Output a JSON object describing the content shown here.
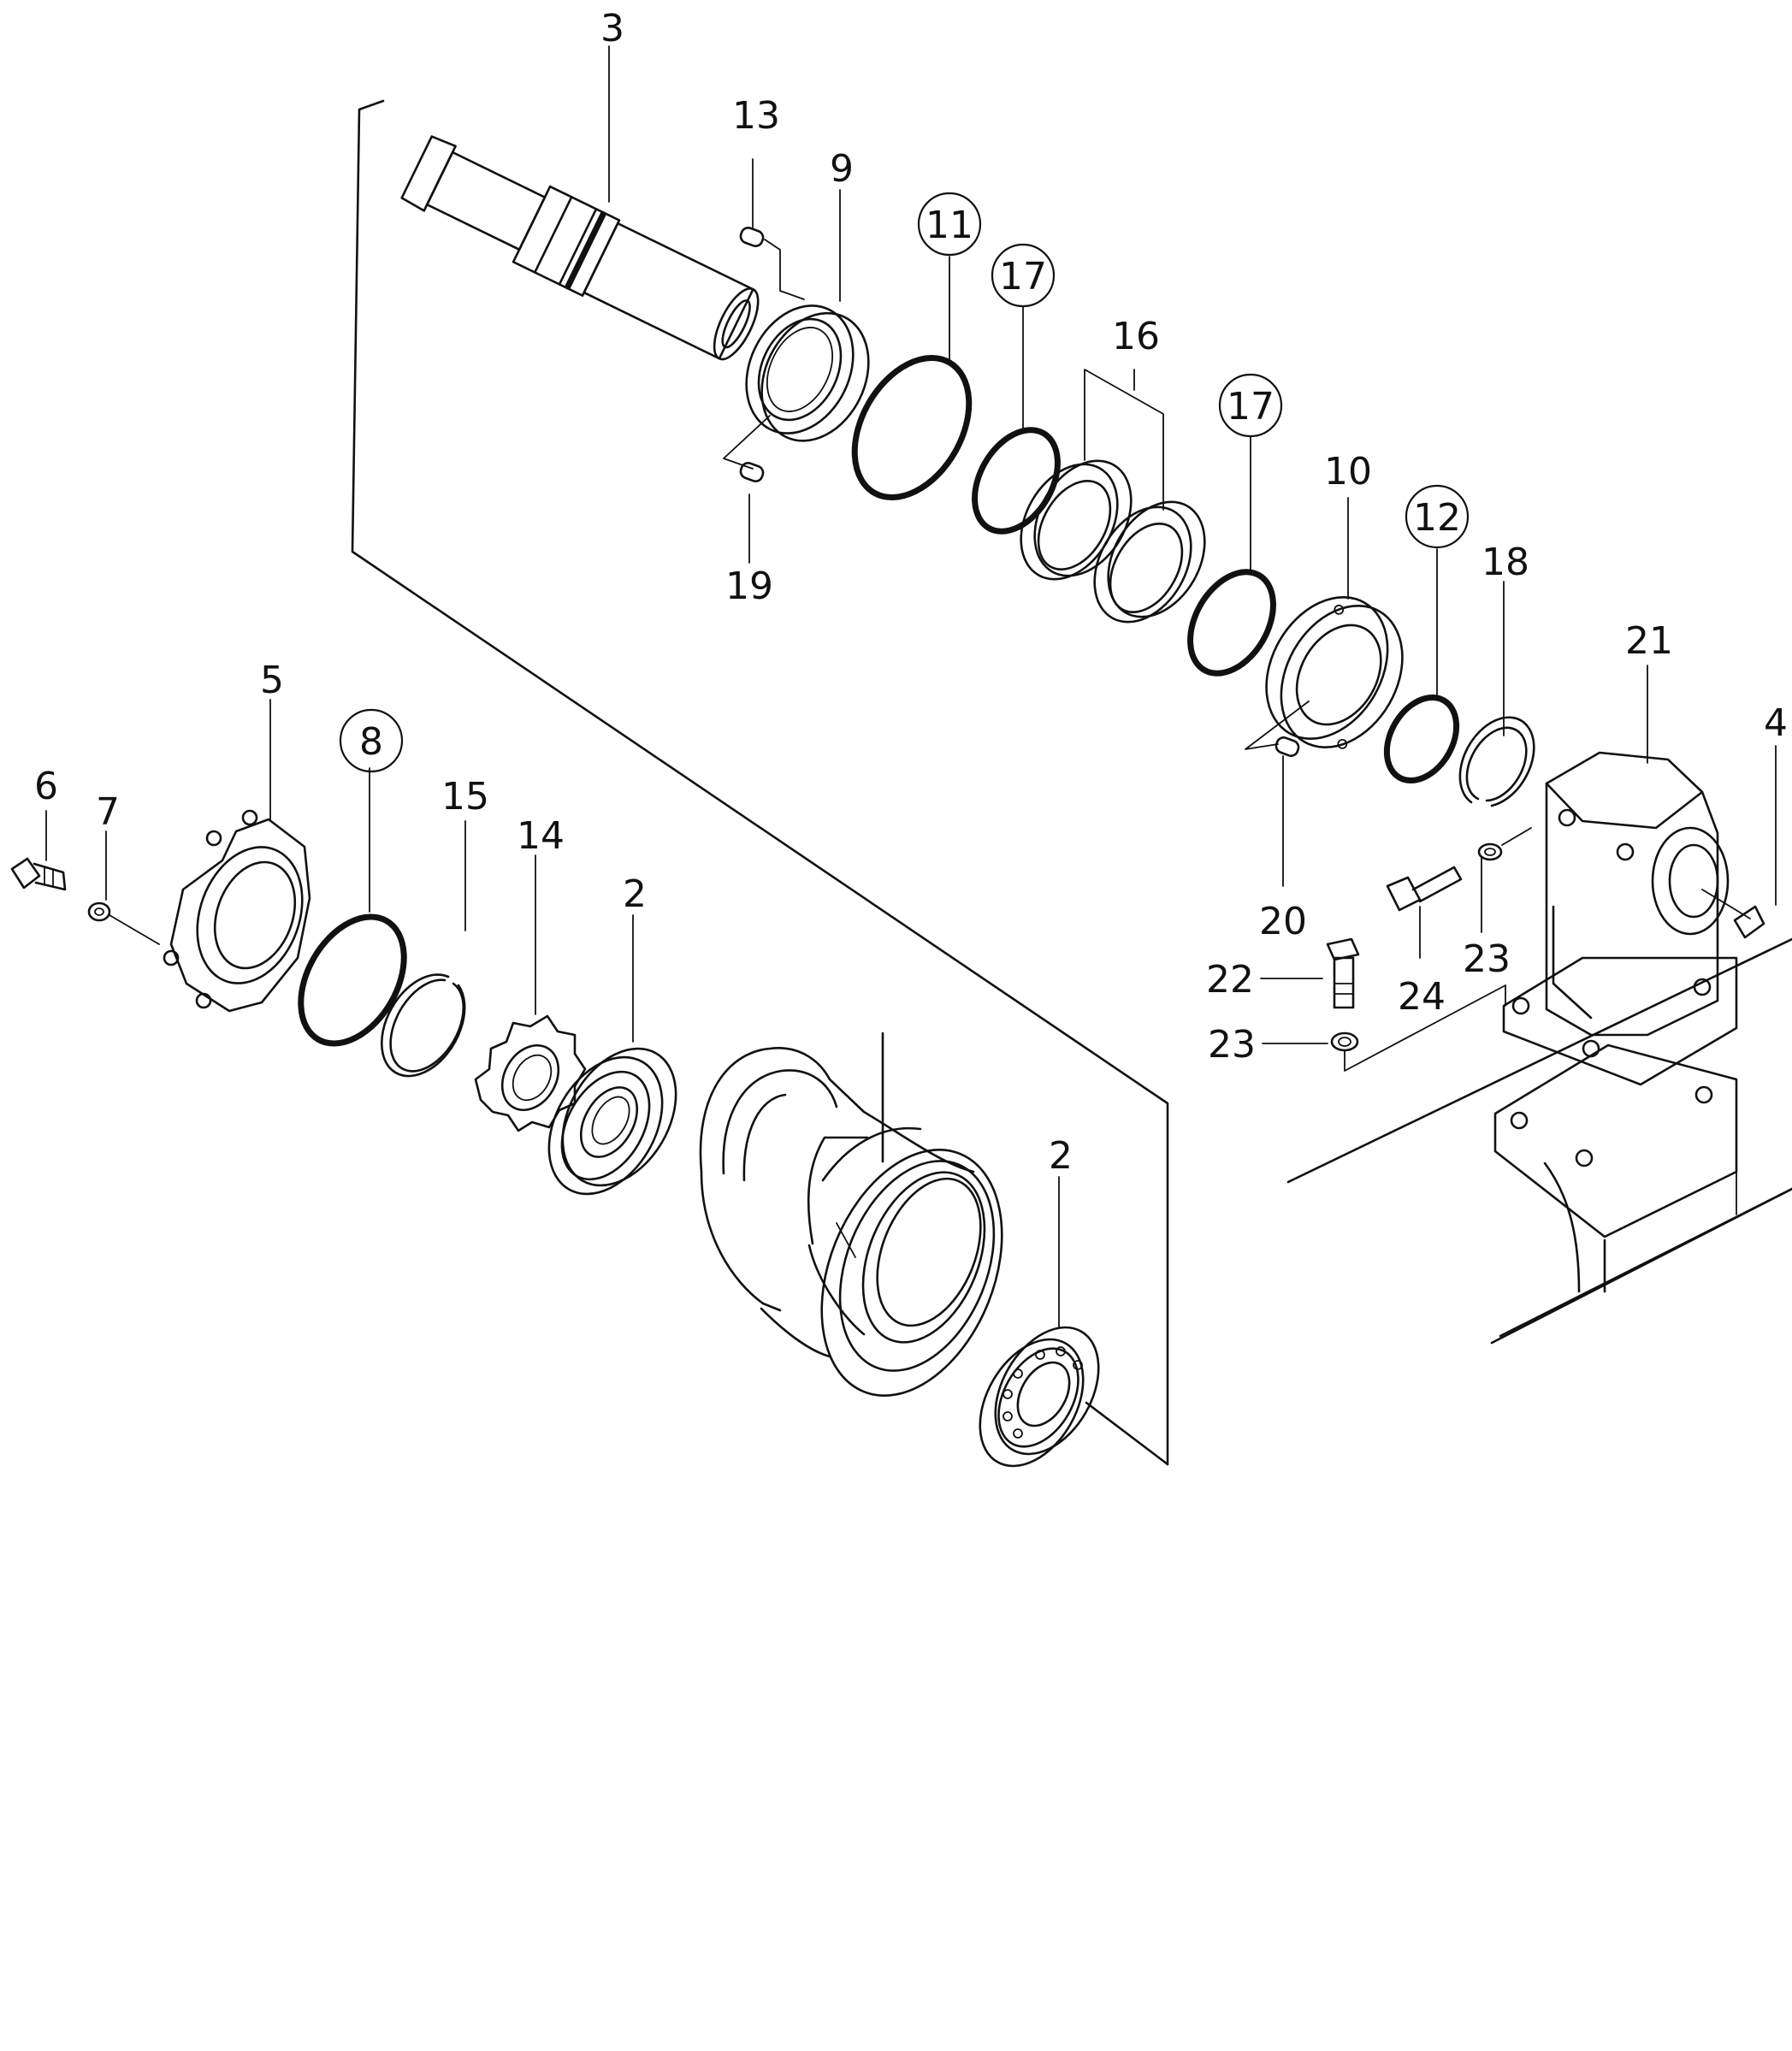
{
  "diagram": {
    "callouts": [
      {
        "id": "part-3",
        "text": "3",
        "circled": false
      },
      {
        "id": "part-13",
        "text": "13",
        "circled": false
      },
      {
        "id": "part-9",
        "text": "9",
        "circled": false
      },
      {
        "id": "part-11",
        "text": "11",
        "circled": true
      },
      {
        "id": "part-17-a",
        "text": "17",
        "circled": true
      },
      {
        "id": "part-16",
        "text": "16",
        "circled": false
      },
      {
        "id": "part-17-b",
        "text": "17",
        "circled": true
      },
      {
        "id": "part-10",
        "text": "10",
        "circled": false
      },
      {
        "id": "part-12",
        "text": "12",
        "circled": true
      },
      {
        "id": "part-18",
        "text": "18",
        "circled": false
      },
      {
        "id": "part-19",
        "text": "19",
        "circled": false
      },
      {
        "id": "part-21",
        "text": "21",
        "circled": false
      },
      {
        "id": "part-4",
        "text": "4",
        "circled": false
      },
      {
        "id": "part-20",
        "text": "20",
        "circled": false
      },
      {
        "id": "part-5",
        "text": "5",
        "circled": false
      },
      {
        "id": "part-8",
        "text": "8",
        "circled": true
      },
      {
        "id": "part-6",
        "text": "6",
        "circled": false
      },
      {
        "id": "part-7",
        "text": "7",
        "circled": false
      },
      {
        "id": "part-15",
        "text": "15",
        "circled": false
      },
      {
        "id": "part-14",
        "text": "14",
        "circled": false
      },
      {
        "id": "part-2-a",
        "text": "2",
        "circled": false
      },
      {
        "id": "part-24",
        "text": "24",
        "circled": false
      },
      {
        "id": "part-23-a",
        "text": "23",
        "circled": false
      },
      {
        "id": "part-22",
        "text": "22",
        "circled": false
      },
      {
        "id": "part-23-b",
        "text": "23",
        "circled": false
      },
      {
        "id": "part-2-b",
        "text": "2",
        "circled": false
      }
    ]
  }
}
